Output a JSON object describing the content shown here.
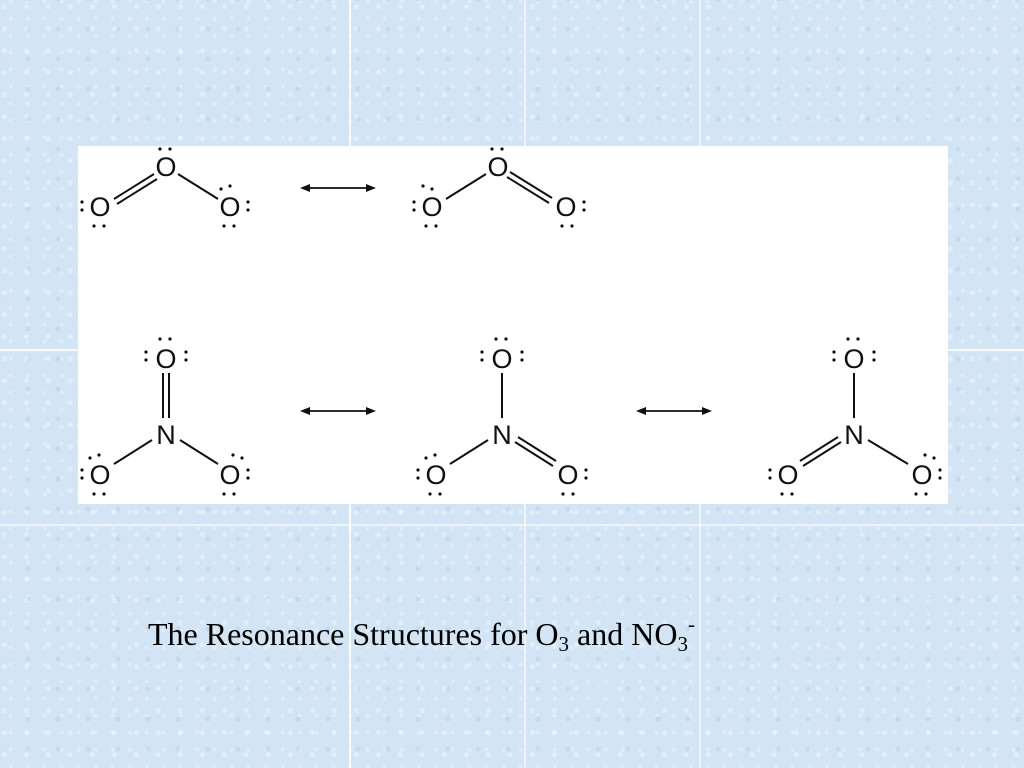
{
  "caption": {
    "text_before_o": "The Resonance Structures for O",
    "o_subscript": "3",
    "text_middle": " and NO",
    "no_subscript": "3",
    "no_superscript": "-"
  },
  "atoms": {
    "oxygen": "O",
    "nitrogen": "N"
  },
  "colors": {
    "background": "#d3e5f5",
    "panel": "#ffffff",
    "ink": "#111111"
  }
}
